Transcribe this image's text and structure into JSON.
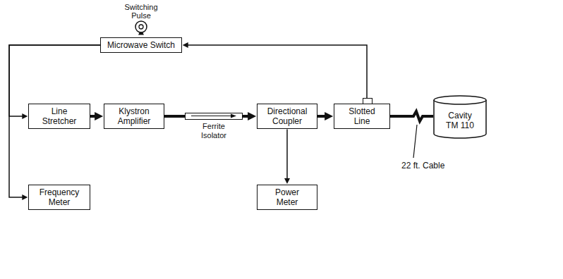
{
  "diagram": {
    "nodes": [
      {
        "text": [
          "Switching Pulse"
        ]
      },
      {
        "text": [
          "Microwave Switch"
        ]
      },
      {
        "text": [
          "Line Stretcher"
        ]
      },
      {
        "text": [
          "Klystron Amplifier"
        ]
      },
      {
        "text": [
          "Ferrite Isolator"
        ]
      },
      {
        "text": [
          "Directional Coupler"
        ]
      },
      {
        "text": [
          "Slotted Line"
        ]
      },
      {
        "text": [
          "Cavity TM 110"
        ]
      },
      {
        "text": [
          "Frequency Meter"
        ]
      },
      {
        "text": [
          "Power Meter"
        ]
      }
    ],
    "edges": [
      {
        "from": 0,
        "to": 1,
        "arrow": "to"
      },
      {
        "from": 6,
        "to": 1,
        "arrow": "to"
      },
      {
        "from": 1,
        "to": 2,
        "arrow": "to"
      },
      {
        "from": 1,
        "to": 8,
        "arrow": "to"
      },
      {
        "from": 2,
        "to": 3,
        "arrow": "to"
      },
      {
        "from": 3,
        "to": 4,
        "arrow": "none"
      },
      {
        "from": 4,
        "to": 5,
        "arrow": "to"
      },
      {
        "from": 5,
        "to": 6,
        "arrow": "to"
      },
      {
        "from": 5,
        "to": 9,
        "arrow": "to"
      },
      {
        "from": 6,
        "to": 7,
        "arrow": "none"
      }
    ],
    "labels": [
      "22 ft. Cable"
    ]
  }
}
